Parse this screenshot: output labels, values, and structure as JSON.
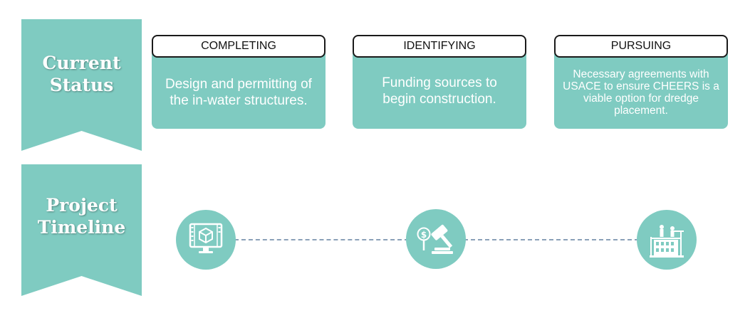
{
  "colors": {
    "teal": "#7fcbc1",
    "dash": "#8aa0b8",
    "header_border": "#1a1a1a"
  },
  "current_status": {
    "line1": "Current",
    "line2": "Status"
  },
  "project_timeline": {
    "line1": "Project",
    "line2": "Timeline"
  },
  "cards": [
    {
      "header": "COMPLETING",
      "body": "Design and permitting of the in-water structures."
    },
    {
      "header": "IDENTIFYING",
      "body": "Funding sources to begin construction."
    },
    {
      "header": "PURSUING",
      "body": "Necessary agreements with USACE to ensure CHEERS is a viable option for dredge placement."
    }
  ],
  "timeline_icons": [
    "cad-design-monitor-icon",
    "funding-auction-gavel-icon",
    "construction-building-icon"
  ]
}
